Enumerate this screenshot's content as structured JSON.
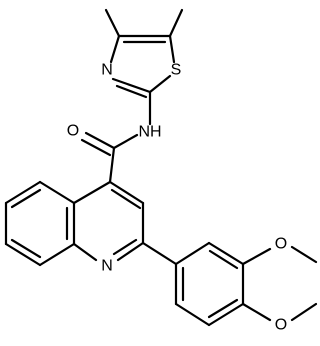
{
  "atoms": {
    "s1": "S",
    "n_thiazole": "N",
    "nh": "NH",
    "o_carbonyl": "O",
    "n_quinoline": "N",
    "o_methoxy_upper": "O",
    "o_methoxy_lower": "O"
  },
  "colors": {
    "bond": "#000000",
    "label": "#000000",
    "background": "#ffffff"
  }
}
